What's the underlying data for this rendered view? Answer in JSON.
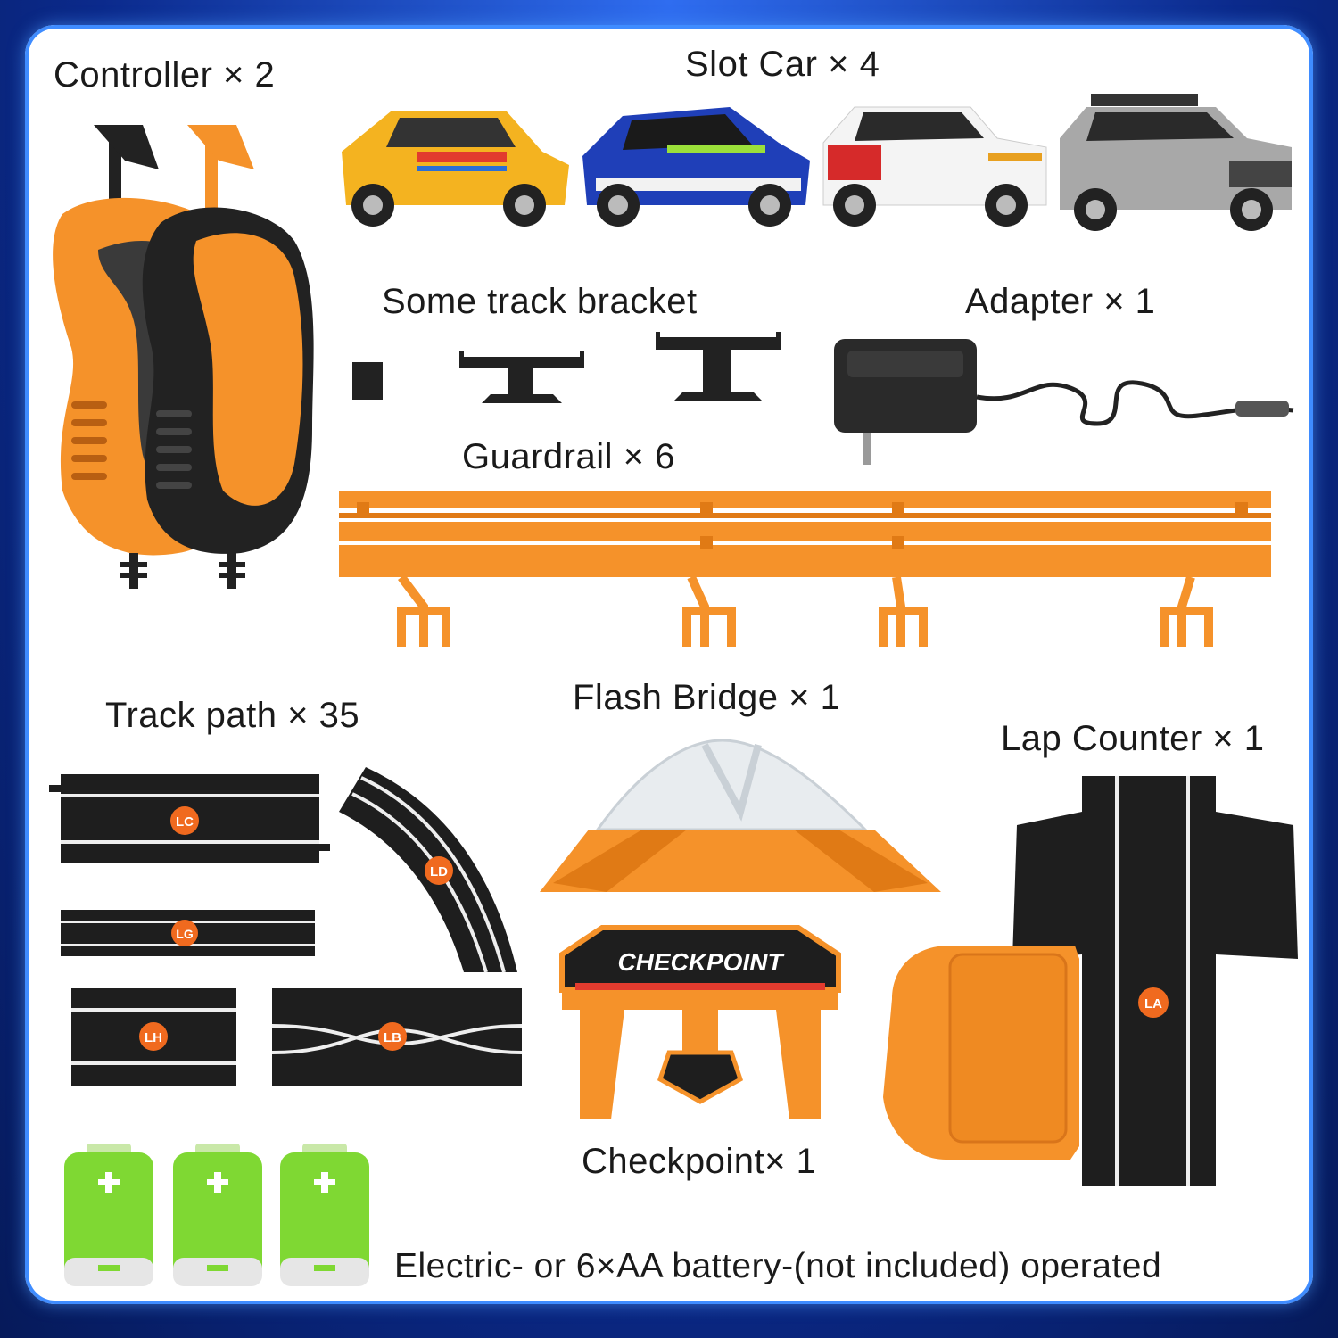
{
  "labels": {
    "controller": "Controller × 2",
    "slot_car": "Slot Car × 4",
    "bracket": "Some track bracket",
    "adapter": "Adapter × 1",
    "guardrail": "Guardrail × 6",
    "track_path": "Track path × 35",
    "flash_bridge": "Flash Bridge × 1",
    "lap_counter": "Lap Counter × 1",
    "checkpoint": "Checkpoint× 1",
    "battery_note": "Electric- or 6×AA battery-(not included) operated"
  },
  "track_codes": [
    "LC",
    "LD",
    "LG",
    "LH",
    "LB"
  ],
  "lap_counter_code": "LA",
  "checkpoint_sign": "CHECKPOINT",
  "colors": {
    "orange": "#f5922a",
    "black": "#222222",
    "battery_green": "#7fd833",
    "frame_blue": "#0b2a8c"
  }
}
